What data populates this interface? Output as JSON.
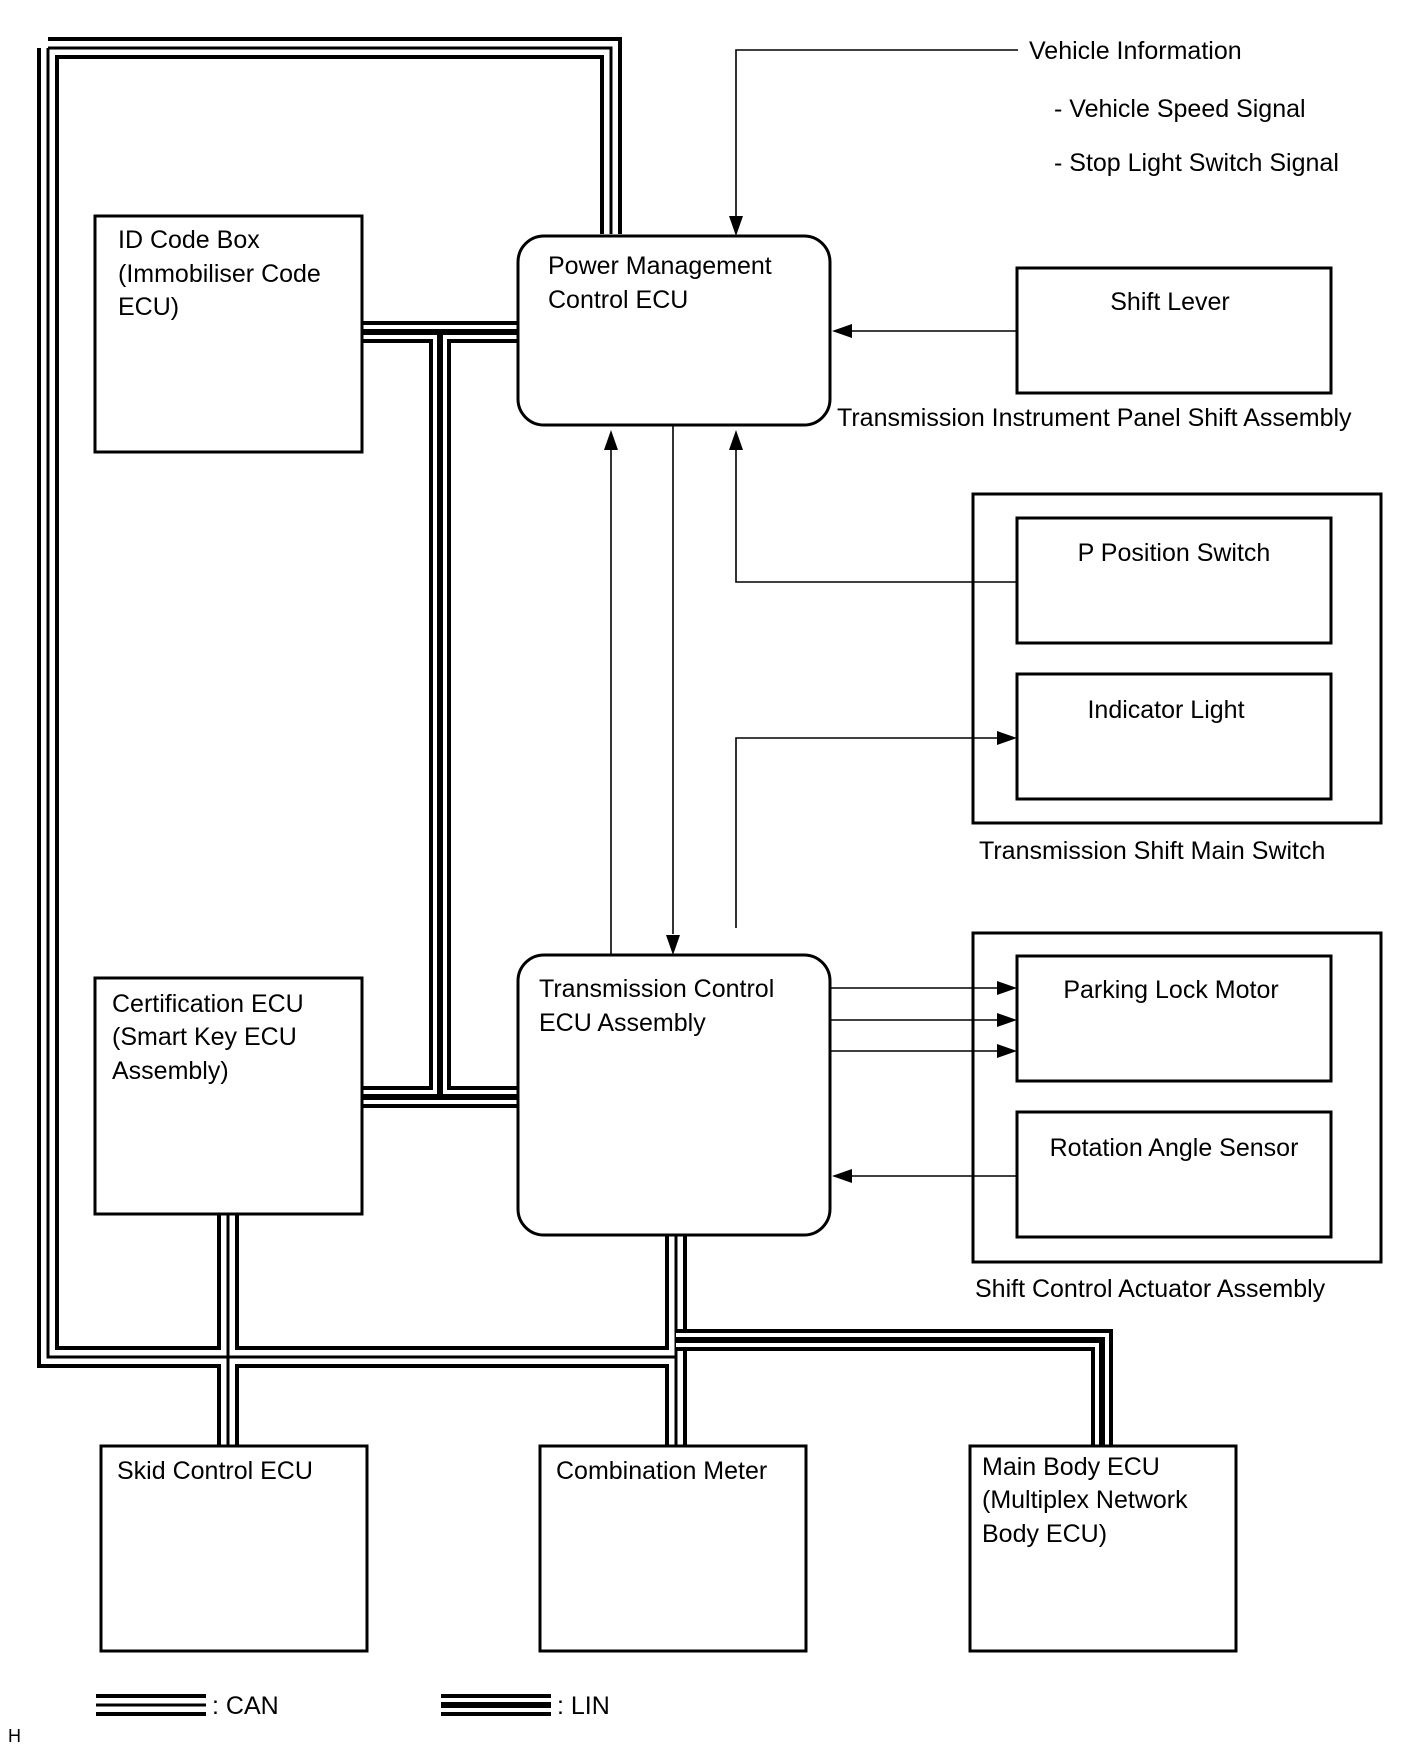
{
  "vehicle_info": {
    "title": "Vehicle Information",
    "items": [
      "- Vehicle Speed Signal",
      "- Stop Light Switch Signal"
    ]
  },
  "boxes": {
    "id_code_box": [
      "ID Code Box",
      "(Immobiliser Code",
      "ECU)"
    ],
    "power_management": [
      "Power Management",
      "Control ECU"
    ],
    "shift_lever": [
      "Shift Lever"
    ],
    "p_position_switch": [
      "P Position Switch"
    ],
    "indicator_light": [
      "Indicator Light"
    ],
    "certification_ecu": [
      "Certification ECU",
      "(Smart Key ECU",
      "Assembly)"
    ],
    "transmission_control": [
      "Transmission Control",
      "ECU Assembly"
    ],
    "parking_lock_motor": [
      "Parking Lock Motor"
    ],
    "rotation_angle_sensor": [
      "Rotation Angle Sensor"
    ],
    "skid_control": [
      "Skid Control ECU"
    ],
    "combination_meter": [
      "Combination Meter"
    ],
    "main_body_ecu": [
      "Main Body ECU",
      "(Multiplex Network",
      "Body ECU)"
    ]
  },
  "group_labels": {
    "shift_assembly": "Transmission Instrument Panel Shift Assembly",
    "shift_main_switch": "Transmission Shift Main Switch",
    "actuator_assembly": "Shift Control Actuator Assembly"
  },
  "legend": {
    "can": ": CAN",
    "lin": ": LIN"
  },
  "corner_mark": "H"
}
